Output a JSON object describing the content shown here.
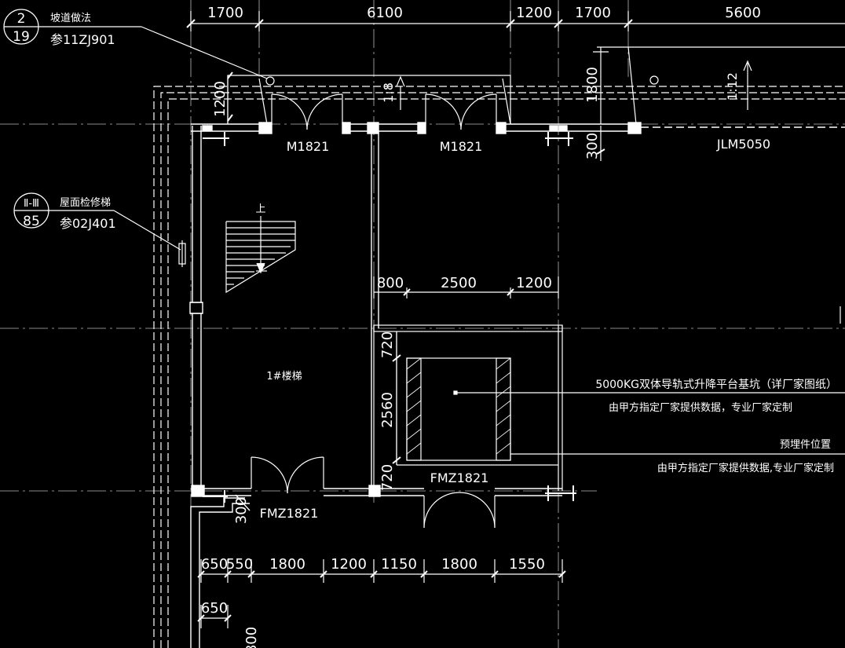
{
  "colors": {
    "background": "#000000",
    "lines": "#ffffff",
    "grid": "#b0b0b0"
  },
  "top_dims": [
    "1700",
    "6100",
    "1200",
    "1700",
    "5600"
  ],
  "callout_ramp": {
    "num": "2",
    "sheet": "19",
    "title": "坡道做法",
    "ref": "参11ZJ901"
  },
  "callout_ladder": {
    "num": "Ⅱ-Ⅲ",
    "sheet": "85",
    "title": "屋面检修梯",
    "ref": "参02J401"
  },
  "slopes": {
    "left": "1:8",
    "right": "1:12"
  },
  "ramp_dims": {
    "left_depth": "1200",
    "right_depth": "1800",
    "right_offset": "300"
  },
  "doors": {
    "m1": "M1821",
    "m2": "M1821",
    "jlm": "JLM5050",
    "fmz_left": "FMZ1821",
    "fmz_right": "FMZ1821",
    "fmz_left_offset": "300"
  },
  "stair": {
    "up_label": "上",
    "name": "1#楼梯"
  },
  "pit_dims": {
    "top": [
      "800",
      "2500",
      "1200"
    ],
    "side": [
      "720",
      "2560",
      "720"
    ]
  },
  "notes": {
    "pit_title": "5000KG双体导轨式升降平台基坑（详厂家图纸）",
    "pit_sub": "由甲方指定厂家提供数据，专业厂家定制",
    "embed_title": "预埋件位置",
    "embed_sub": "由甲方指定厂家提供数据,专业厂家定制"
  },
  "bottom_dims": [
    "650",
    "550",
    "1800",
    "1200",
    "1150",
    "1800",
    "1550"
  ],
  "left_bottom": {
    "h": "650",
    "v": "800"
  }
}
